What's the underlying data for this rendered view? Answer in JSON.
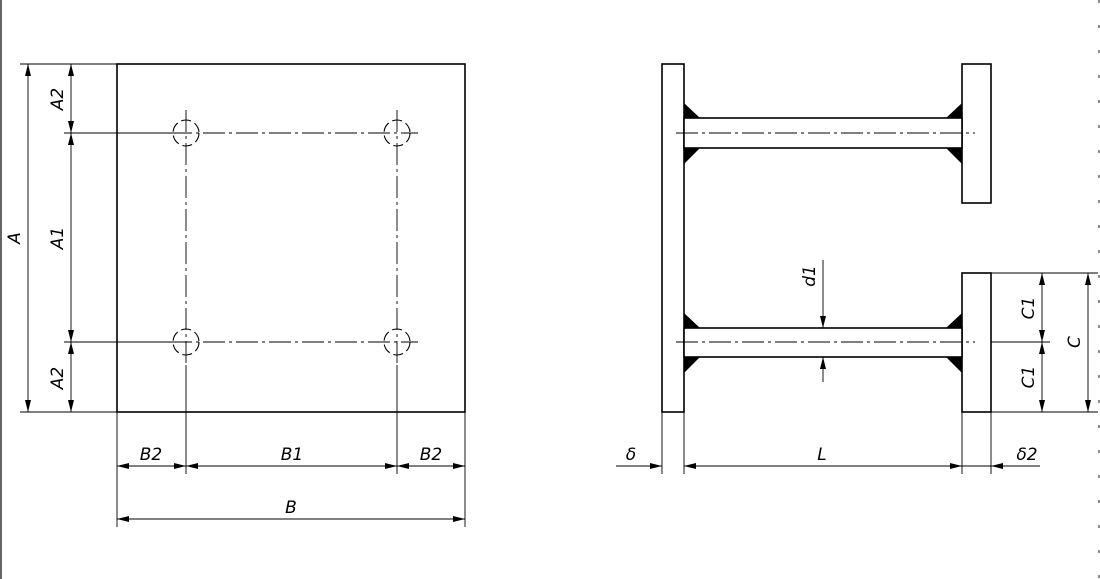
{
  "labels": {
    "A": "A",
    "A1": "A1",
    "A2_top": "A2",
    "A2_bottom": "A2",
    "B": "B",
    "B1": "B1",
    "B2_left": "B2",
    "B2_right": "B2",
    "d1": "d1",
    "delta": "δ",
    "L": "L",
    "delta2": "δ2",
    "C": "C",
    "C1_top": "C1",
    "C1_bottom": "C1"
  }
}
